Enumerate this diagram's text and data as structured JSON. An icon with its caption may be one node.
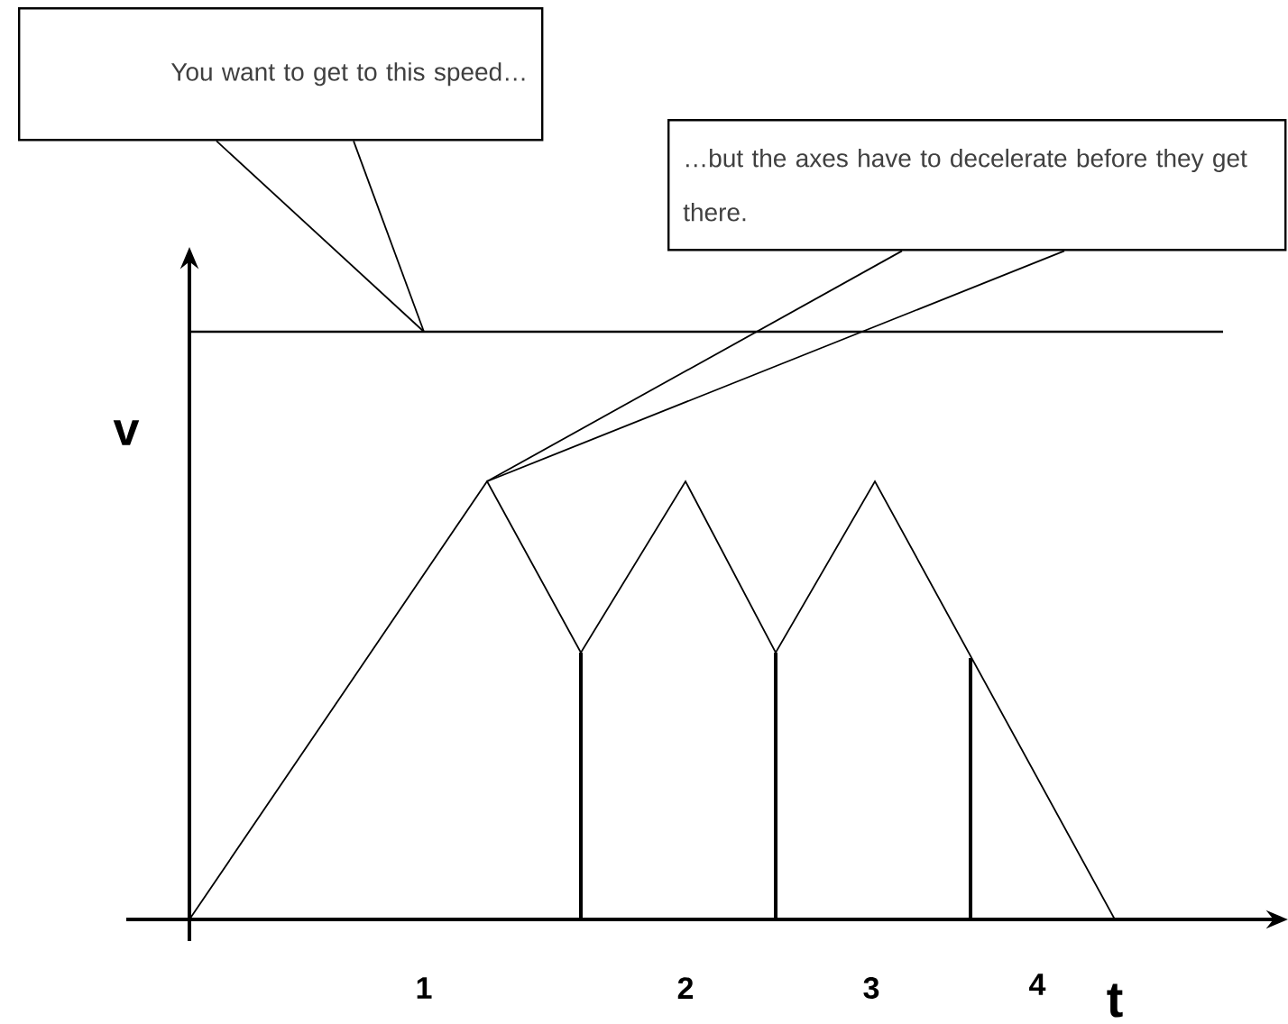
{
  "diagram": {
    "nodes": [
      {
        "text": [
          "You want to get to this speed…"
        ]
      },
      {
        "text": [
          "…but the axes have to decelerate before they get there."
        ]
      }
    ],
    "edges": [
      {
        "from": 0,
        "to": null,
        "arrow": "none"
      },
      {
        "from": 0,
        "to": null,
        "arrow": "none"
      },
      {
        "from": 1,
        "to": null,
        "arrow": "none"
      },
      {
        "from": 1,
        "to": null,
        "arrow": "none"
      }
    ],
    "labels": [
      "v",
      "1",
      "2",
      "3",
      "4",
      "t"
    ]
  }
}
